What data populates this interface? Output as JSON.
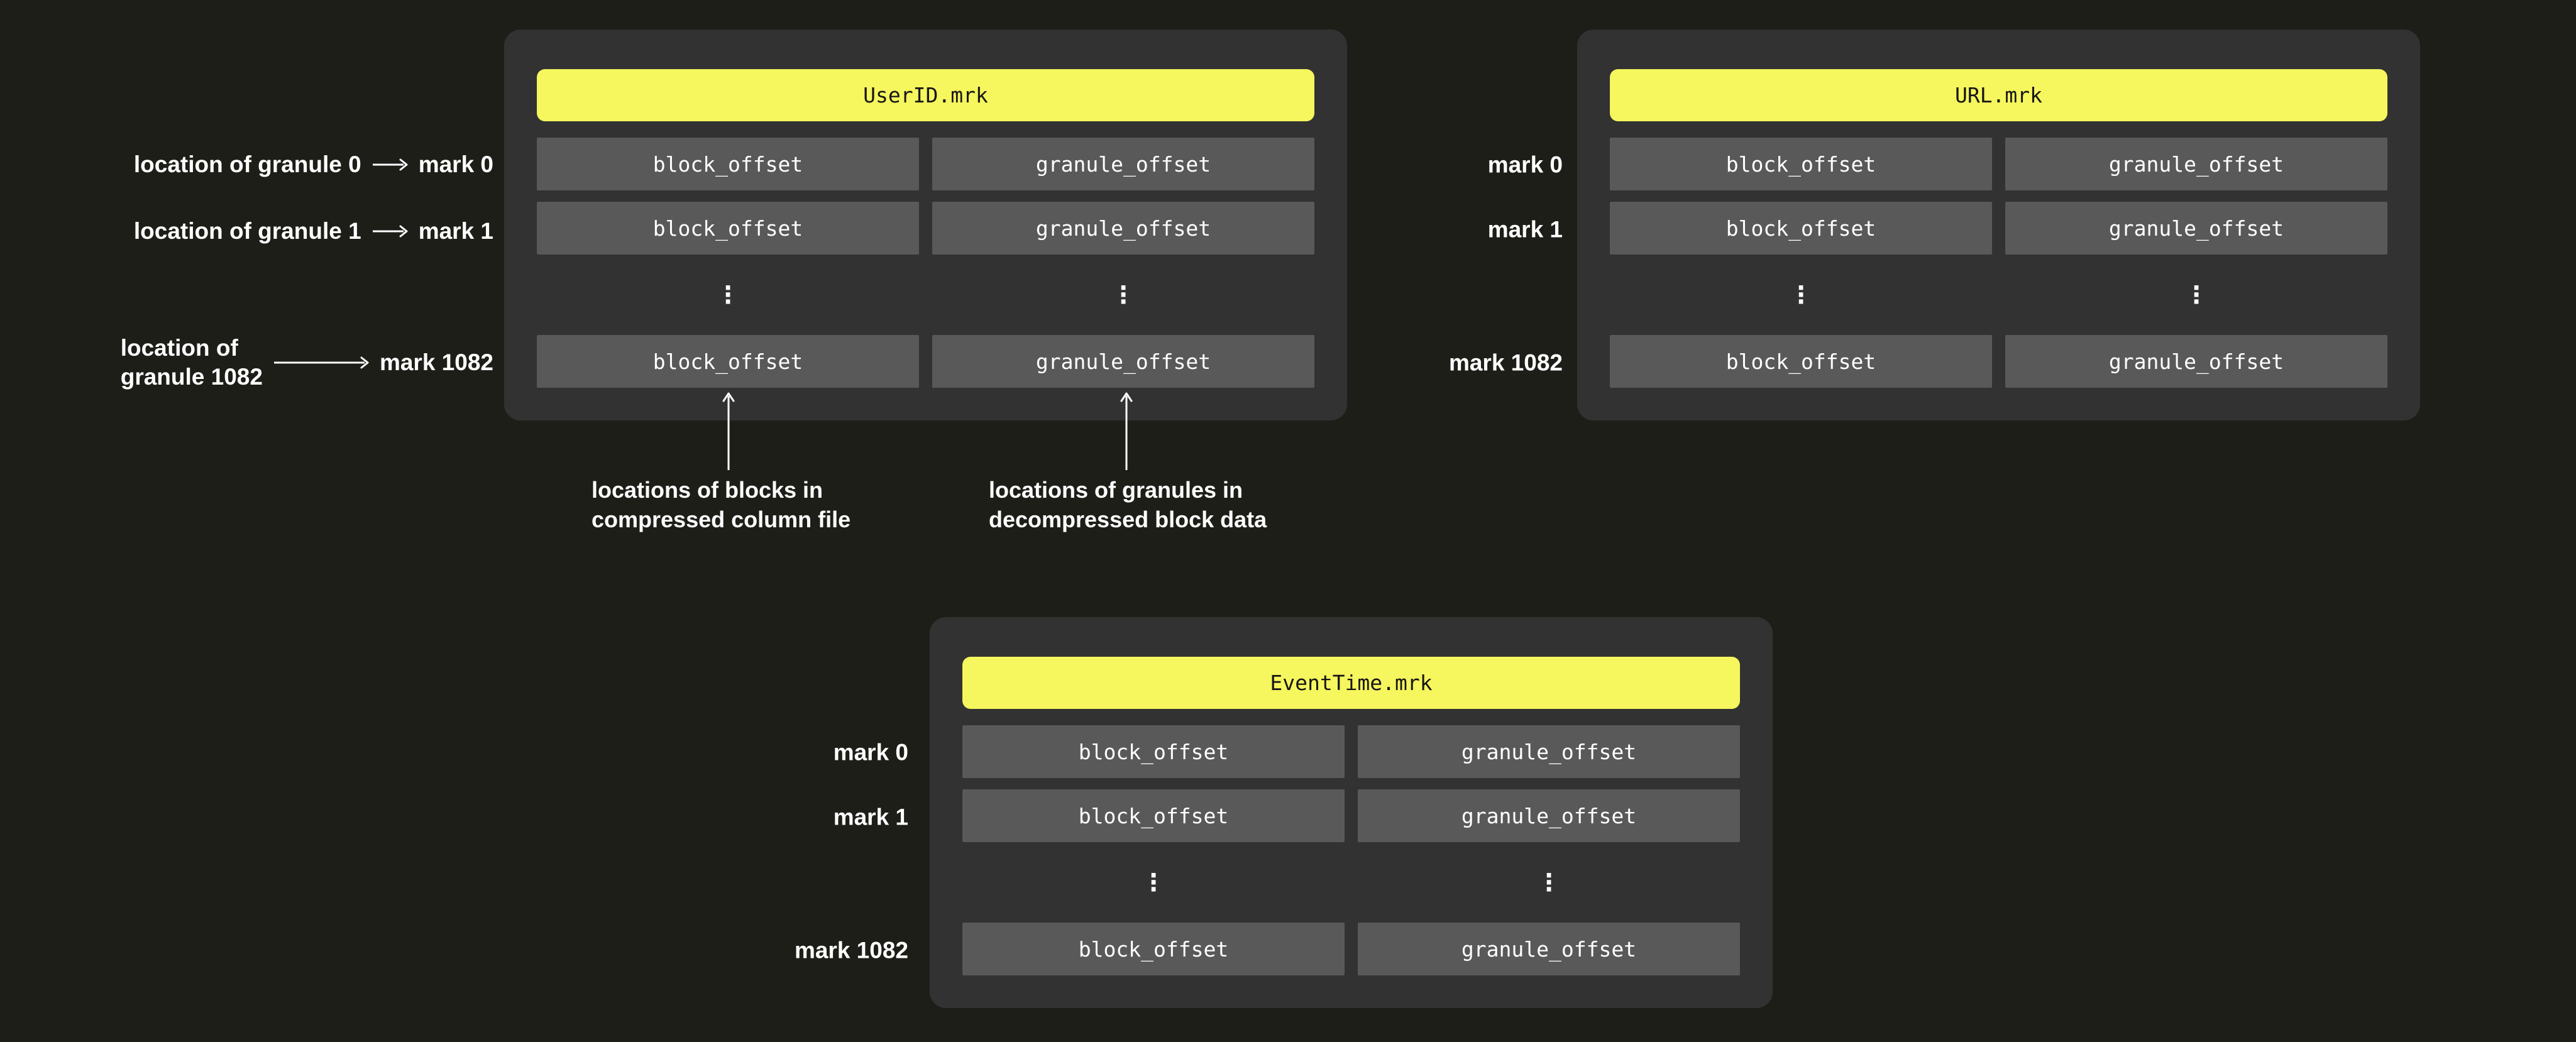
{
  "colors": {
    "background": "#1e1e19",
    "panel": "#323232",
    "cell": "#595959",
    "accent_yellow": "#f6f65e",
    "header_text": "#161616",
    "label_text": "#ffffff"
  },
  "panels": [
    {
      "title": "UserID.mrk",
      "block_label": "block_offset",
      "granule_label": "granule_offset",
      "ellipsis": "⋮"
    },
    {
      "title": "URL.mrk",
      "block_label": "block_offset",
      "granule_label": "granule_offset",
      "ellipsis": "⋮"
    },
    {
      "title": "EventTime.mrk",
      "block_label": "block_offset",
      "granule_label": "granule_offset",
      "ellipsis": "⋮"
    }
  ],
  "userid_annotations": [
    {
      "label": "location of granule 0",
      "mark": "mark 0"
    },
    {
      "label": "location of granule 1",
      "mark": "mark 1"
    },
    {
      "label": "location of\ngranule 1082",
      "mark": "mark 1082"
    }
  ],
  "captions": [
    "locations of blocks in\ncompressed column file",
    "locations of granules in\ndecompressed block data"
  ],
  "url_marks": [
    "mark 0",
    "mark 1",
    "mark 1082"
  ],
  "eventtime_marks": [
    "mark 0",
    "mark 1",
    "mark 1082"
  ]
}
